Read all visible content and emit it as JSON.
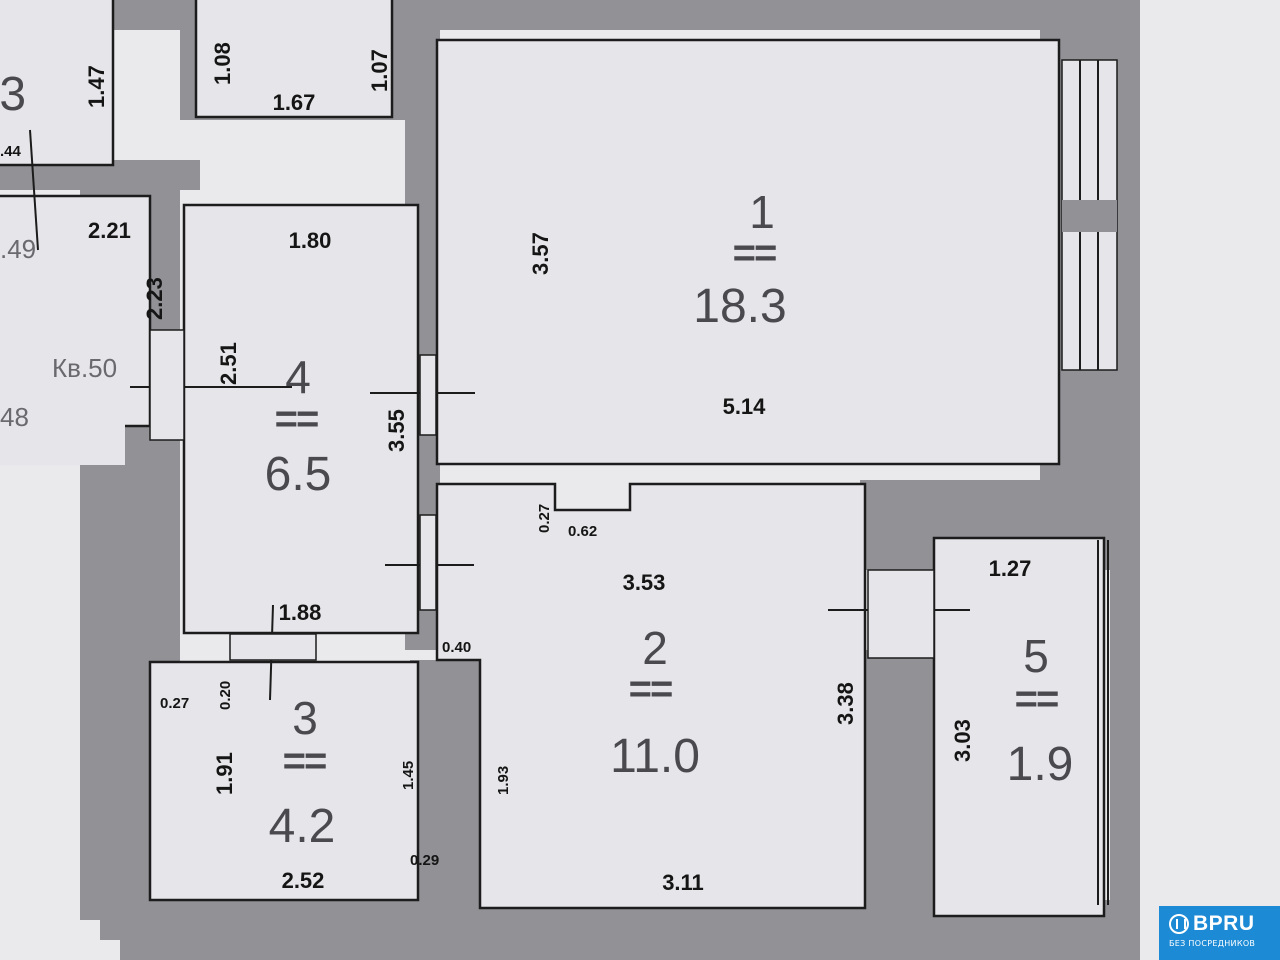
{
  "rooms": [
    {
      "number": "1",
      "eq": "==",
      "area": "18.3",
      "dims": [
        "3.57",
        "5.14"
      ]
    },
    {
      "number": "2",
      "eq": "==",
      "area": "11.0",
      "dims": [
        "3.53",
        "3.38",
        "3.11",
        "1.93",
        "0.40",
        "0.27",
        "0.62"
      ]
    },
    {
      "number": "3",
      "eq": "==",
      "area": "4.2",
      "dims": [
        "1.91",
        "1.45",
        "2.52",
        "0.27",
        "0.20",
        "0.29"
      ]
    },
    {
      "number": "4",
      "eq": "==",
      "area": "6.5",
      "dims": [
        "1.80",
        "2.51",
        "3.55",
        "1.88"
      ]
    },
    {
      "number": "5",
      "eq": "==",
      "area": "1.9",
      "dims": [
        "1.27",
        "3.03"
      ]
    }
  ],
  "corridor": {
    "dims": [
      "2.21",
      "2.23"
    ],
    "label": "Кв.50"
  },
  "top_fragments": {
    "dims": [
      "1.08",
      "1.07",
      "1.67",
      "1.47",
      ".44"
    ],
    "partial_area": ".3",
    "partial_49": ".49",
    "partial_48": "48"
  },
  "watermark": {
    "brand": "BPRU",
    "tagline": "БЕЗ ПОСРЕДНИКОВ",
    "color": "#1c8ad4"
  }
}
